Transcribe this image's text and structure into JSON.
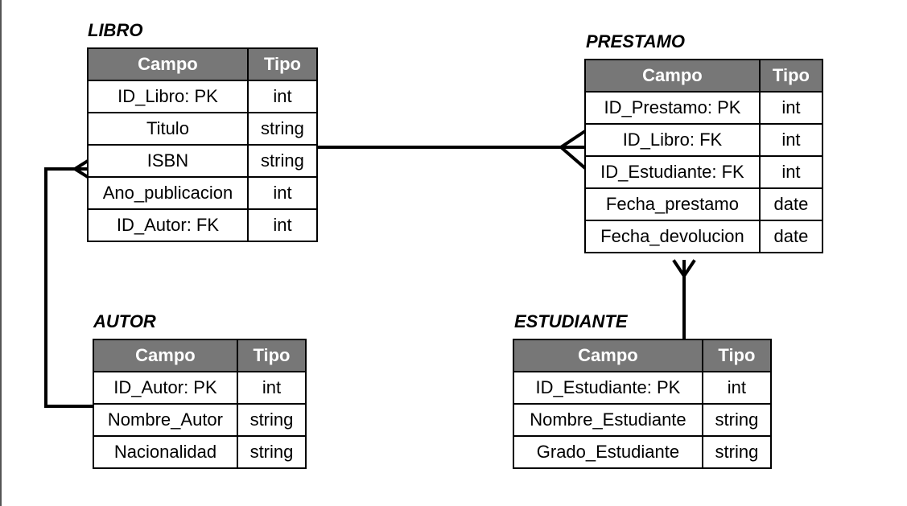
{
  "entities": {
    "libro": {
      "title": "LIBRO",
      "headers": [
        "Campo",
        "Tipo"
      ],
      "rows": [
        [
          "ID_Libro: PK",
          "int"
        ],
        [
          "Titulo",
          "string"
        ],
        [
          "ISBN",
          "string"
        ],
        [
          "Ano_publicacion",
          "int"
        ],
        [
          "ID_Autor: FK",
          "int"
        ]
      ]
    },
    "prestamo": {
      "title": "PRESTAMO",
      "headers": [
        "Campo",
        "Tipo"
      ],
      "rows": [
        [
          "ID_Prestamo: PK",
          "int"
        ],
        [
          "ID_Libro: FK",
          "int"
        ],
        [
          "ID_Estudiante: FK",
          "int"
        ],
        [
          "Fecha_prestamo",
          "date"
        ],
        [
          "Fecha_devolucion",
          "date"
        ]
      ]
    },
    "autor": {
      "title": "AUTOR",
      "headers": [
        "Campo",
        "Tipo"
      ],
      "rows": [
        [
          "ID_Autor: PK",
          "int"
        ],
        [
          "Nombre_Autor",
          "string"
        ],
        [
          "Nacionalidad",
          "string"
        ]
      ]
    },
    "estudiante": {
      "title": "ESTUDIANTE",
      "headers": [
        "Campo",
        "Tipo"
      ],
      "rows": [
        [
          "ID_Estudiante: PK",
          "int"
        ],
        [
          "Nombre_Estudiante",
          "string"
        ],
        [
          "Grado_Estudiante",
          "string"
        ]
      ]
    }
  },
  "colors": {
    "header_background": "#777777",
    "header_text": "#ffffff",
    "border": "#000000"
  }
}
